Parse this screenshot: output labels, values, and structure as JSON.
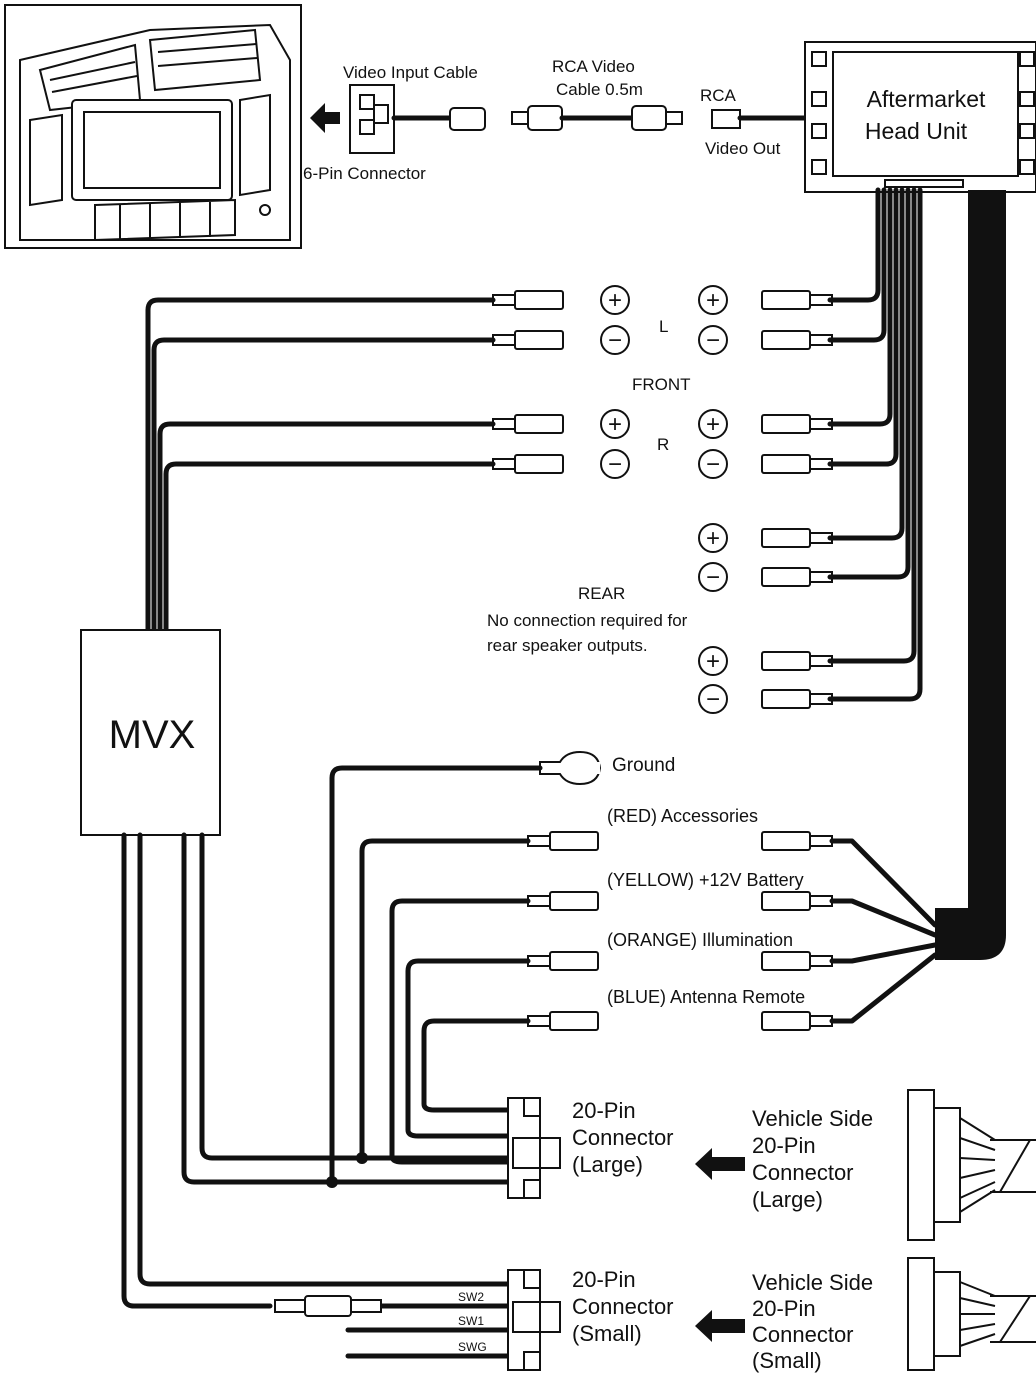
{
  "car_panel": {
    "label": ""
  },
  "video": {
    "input_cable": "Video Input Cable",
    "six_pin": "6-Pin Connector",
    "rca_cable_1": "RCA Video",
    "rca_cable_2": "Cable 0.5m",
    "rca": "RCA",
    "video_out": "Video Out"
  },
  "head_unit": {
    "line1": "Aftermarket",
    "line2": "Head Unit"
  },
  "speakers": {
    "front": "FRONT",
    "left": "L",
    "right": "R",
    "plus": "+",
    "minus": "−",
    "rear": "REAR",
    "rear_note_1": "No connection required for",
    "rear_note_2": "rear speaker outputs."
  },
  "mvx": {
    "label": "MVX"
  },
  "power": {
    "ground": "Ground",
    "accessories": "(RED) Accessories",
    "battery": "(YELLOW) +12V Battery",
    "illumination": "(ORANGE) Illumination",
    "antenna": "(BLUE) Antenna Remote"
  },
  "connectors": {
    "large_1": "20-Pin",
    "large_2": "Connector",
    "large_3": "(Large)",
    "small_1": "20-Pin",
    "small_2": "Connector",
    "small_3": "(Small)",
    "veh_large_1": "Vehicle Side",
    "veh_large_2": "20-Pin",
    "veh_large_3": "Connector",
    "veh_large_4": "(Large)",
    "veh_small_1": "Vehicle Side",
    "veh_small_2": "20-Pin",
    "veh_small_3": "Connector",
    "veh_small_4": "(Small)",
    "sw2": "SW2",
    "sw1": "SW1",
    "swg": "SWG"
  }
}
